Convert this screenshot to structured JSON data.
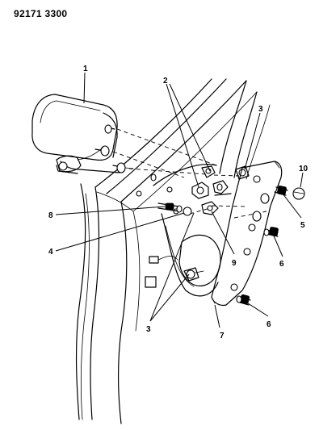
{
  "figure_number": "92171 3300",
  "callouts": [
    {
      "id": "1",
      "label": "1"
    },
    {
      "id": "2",
      "label": "2"
    },
    {
      "id": "3a",
      "label": "3"
    },
    {
      "id": "3b",
      "label": "3"
    },
    {
      "id": "4",
      "label": "4"
    },
    {
      "id": "5",
      "label": "5"
    },
    {
      "id": "6a",
      "label": "6"
    },
    {
      "id": "6b",
      "label": "6"
    },
    {
      "id": "7",
      "label": "7"
    },
    {
      "id": "8",
      "label": "8"
    },
    {
      "id": "9",
      "label": "9"
    },
    {
      "id": "10",
      "label": "10"
    }
  ]
}
